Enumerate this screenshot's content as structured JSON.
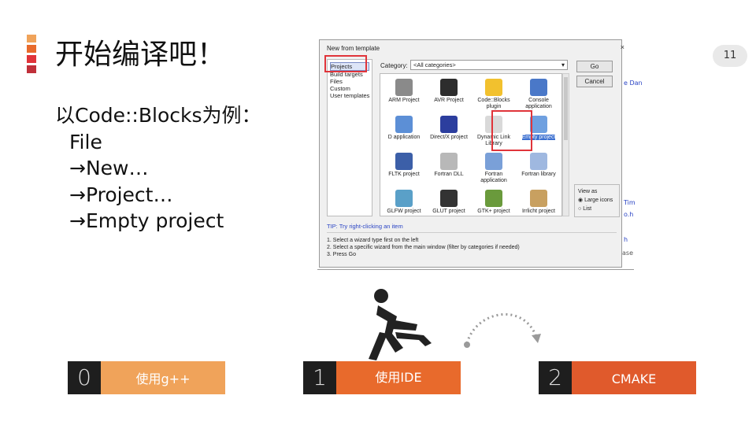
{
  "slide": {
    "title": "开始编译吧！",
    "page_number": "11",
    "accent_colors": [
      "#f0a35a",
      "#e86a2c",
      "#e0343a",
      "#c0303a"
    ]
  },
  "body": {
    "line1": "以Code::Blocks为例：",
    "line2": "File",
    "line3": "→New…",
    "line4": "→Project…",
    "line5": "→Empty project"
  },
  "dialog": {
    "title": "New from template",
    "close": "×",
    "categories_label": "Category:",
    "category_value": "<All categories>",
    "go_label": "Go",
    "cancel_label": "Cancel",
    "left_items": [
      "Projects",
      "Build targets",
      "Files",
      "Custom",
      "User templates"
    ],
    "tiles": [
      {
        "label": "ARM Project",
        "color": "#8a8a8a"
      },
      {
        "label": "AVR Project",
        "color": "#2d2d2d"
      },
      {
        "label": "Code::Blocks plugin",
        "color": "#f2c12e"
      },
      {
        "label": "Console application",
        "color": "#4a78c8"
      },
      {
        "label": "D application",
        "color": "#5c8fd6"
      },
      {
        "label": "Direct/X project",
        "color": "#2c3e9e"
      },
      {
        "label": "Dynamic Link Library",
        "color": "#d9d9d9"
      },
      {
        "label": "Empty project",
        "color": "#6fa0e0"
      },
      {
        "label": "FLTK project",
        "color": "#3c5fa8"
      },
      {
        "label": "Fortran DLL",
        "color": "#b8b8b8"
      },
      {
        "label": "Fortran application",
        "color": "#7aa0d8"
      },
      {
        "label": "Fortran library",
        "color": "#9fb8e0"
      },
      {
        "label": "GLFW project",
        "color": "#5aa0c8"
      },
      {
        "label": "GLUT project",
        "color": "#333333"
      },
      {
        "label": "GTK+ project",
        "color": "#6a9a3c"
      },
      {
        "label": "Irrlicht project",
        "color": "#c8a060"
      }
    ],
    "view_as_label": "View as",
    "view_large": "Large icons",
    "view_list": "List",
    "tip": "TIP: Try right-clicking an item",
    "steps": [
      "1. Select a wizard type first on the left",
      "2. Select a specific wizard from the main window (filter by categories if needed)",
      "3. Press Go"
    ],
    "side_fragments": [
      "e Dan",
      "Tim",
      "o.h",
      "h",
      "ase"
    ]
  },
  "steps": [
    {
      "num": "0",
      "label": "使用g++",
      "color": "#f0a35a"
    },
    {
      "num": "1",
      "label": "使用IDE",
      "color": "#e86a2c"
    },
    {
      "num": "2",
      "label": "CMAKE",
      "color": "#e05a2c"
    }
  ]
}
